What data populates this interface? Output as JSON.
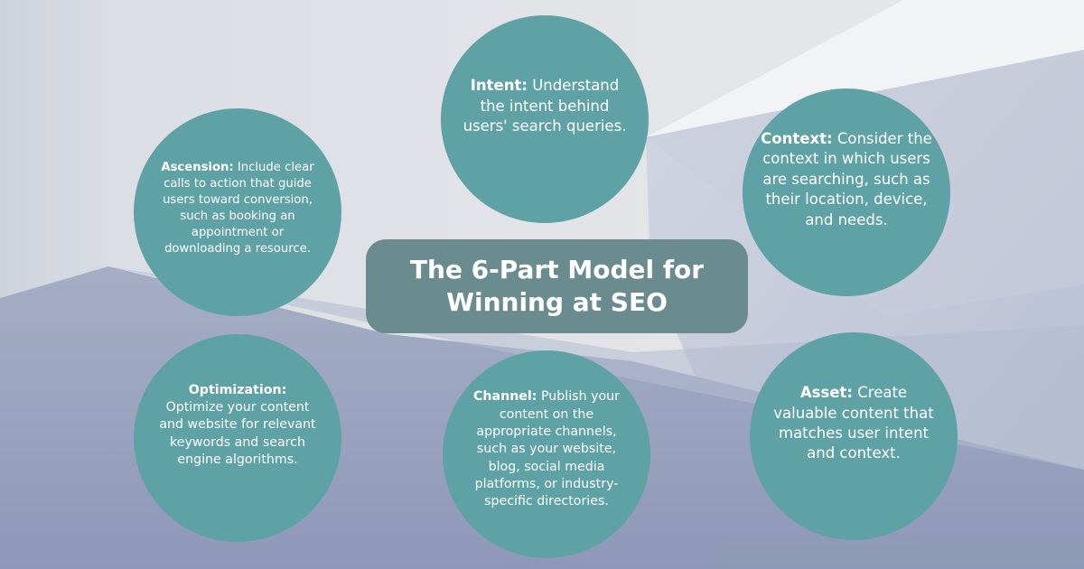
{
  "title": {
    "line1": "The 6-Part Model for",
    "line2": "Winning at SEO"
  },
  "colors": {
    "circle": "#5fa2a6",
    "title_box": "#6a8c8f",
    "text": "#ffffff",
    "background_light": "#e4e6ea",
    "background_dark": "#9aa3c0"
  },
  "parts": {
    "intent": {
      "term": "Intent:",
      "description": "Understand the intent behind users' search queries."
    },
    "context": {
      "term": "Context:",
      "description": "Consider the context in which users are searching, such as their location, device, and needs."
    },
    "ascension": {
      "term": "Ascension:",
      "description": "Include clear calls to action that guide users toward conversion, such as booking an appointment or downloading a resource."
    },
    "optimization": {
      "term": "Optimization:",
      "description": "Optimize your content and website for relevant keywords and search engine algorithms."
    },
    "channel": {
      "term": "Channel:",
      "description": "Publish your content on the appropriate channels, such as your website, blog, social media platforms, or industry-specific directories."
    },
    "asset": {
      "term": "Asset:",
      "description": "Create valuable content that matches user intent and context."
    }
  }
}
